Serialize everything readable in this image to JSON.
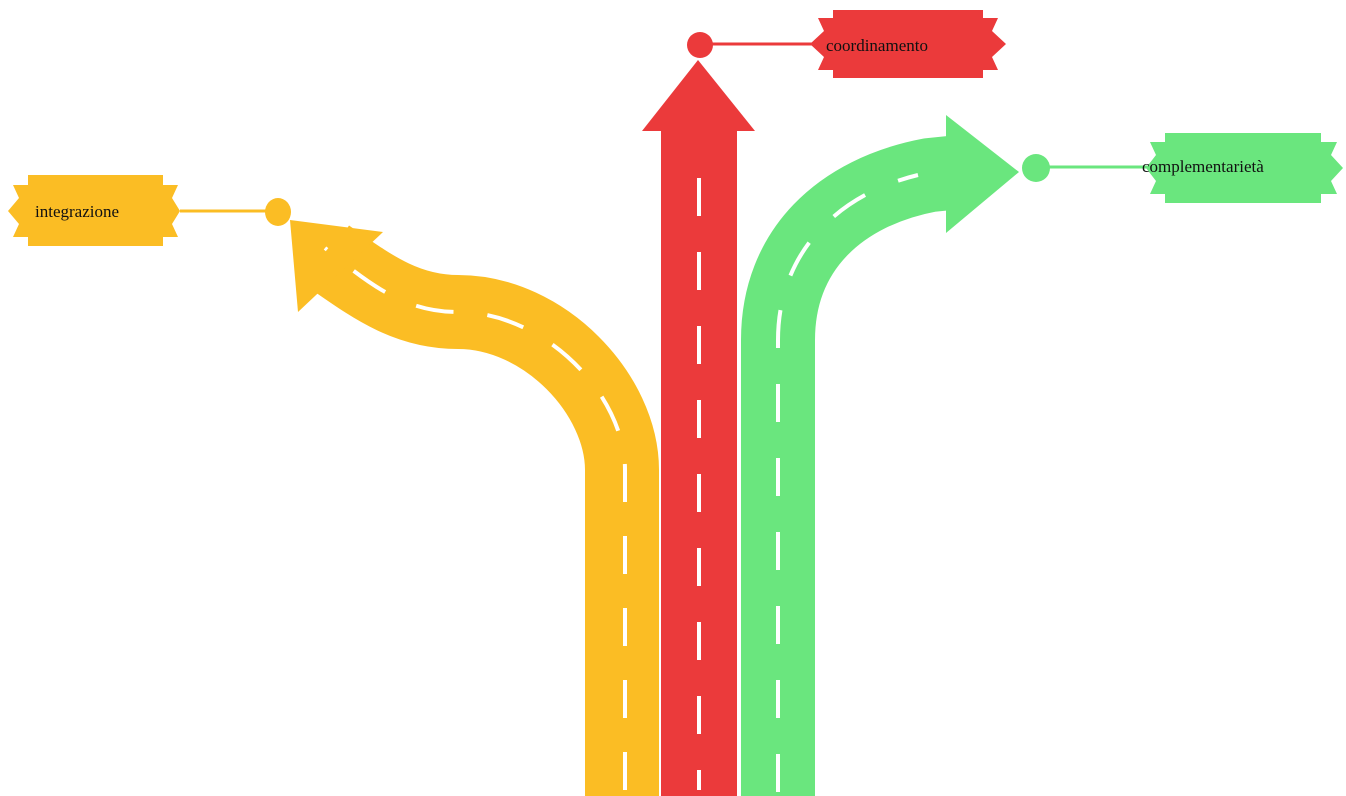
{
  "colors": {
    "integrazione": "#FBBD24",
    "coordinamento": "#EB3A3B",
    "complementarieta": "#6AE67E",
    "road_dash": "#FFFFFF"
  },
  "labels": {
    "integrazione": "integrazione",
    "coordinamento": "coordinamento",
    "complementarieta": "complementarietà"
  }
}
